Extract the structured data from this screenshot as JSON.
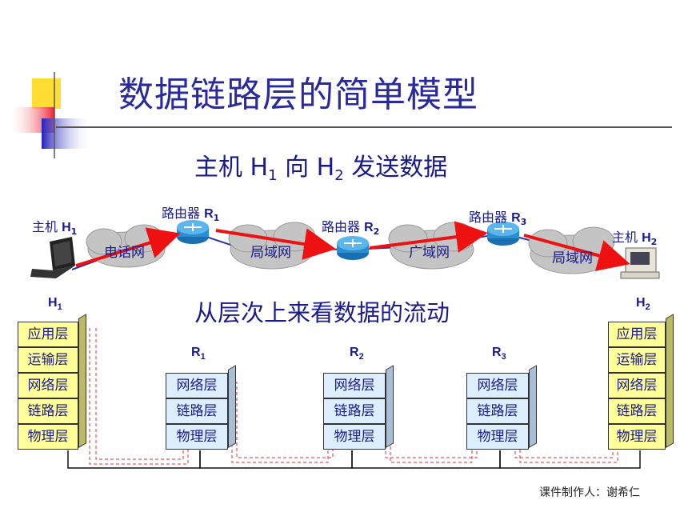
{
  "slide": {
    "title": "数据链路层的简单模型",
    "subtitle": {
      "pre": "主机 H",
      "s1": "1",
      "mid": " 向 H",
      "s2": "2",
      "post": " 发送数据"
    },
    "section2": "从层次上来看数据的流动",
    "credit": "课件制作人：谢希仁"
  },
  "network": {
    "host1": {
      "text": "主机 ",
      "name": "H",
      "sub": "1"
    },
    "host2": {
      "text": "主机 ",
      "name": "H",
      "sub": "2"
    },
    "routers": [
      {
        "text": "路由器 ",
        "name": "R",
        "sub": "1"
      },
      {
        "text": "路由器 ",
        "name": "R",
        "sub": "2"
      },
      {
        "text": "路由器 ",
        "name": "R",
        "sub": "3"
      }
    ],
    "clouds": [
      "电话网",
      "局域网",
      "广域网",
      "局域网"
    ]
  },
  "stacks": {
    "h1": {
      "name": "H",
      "sub": "1",
      "layers": [
        "应用层",
        "运输层",
        "网络层",
        "链路层",
        "物理层"
      ]
    },
    "r1": {
      "name": "R",
      "sub": "1",
      "layers": [
        "网络层",
        "链路层",
        "物理层"
      ]
    },
    "r2": {
      "name": "R",
      "sub": "2",
      "layers": [
        "网络层",
        "链路层",
        "物理层"
      ]
    },
    "r3": {
      "name": "R",
      "sub": "3",
      "layers": [
        "网络层",
        "链路层",
        "物理层"
      ]
    },
    "h2": {
      "name": "H",
      "sub": "2",
      "layers": [
        "应用层",
        "运输层",
        "网络层",
        "链路层",
        "物理层"
      ]
    }
  },
  "colors": {
    "title": "#2a2a9a",
    "arrow": "#ee1111",
    "host_layer_fill": "#ffff99",
    "router_layer_fill": "#ddeeff",
    "decor_yellow": "#ffdd33",
    "decor_blue": "#3333cc",
    "decor_red": "#ee3344"
  }
}
